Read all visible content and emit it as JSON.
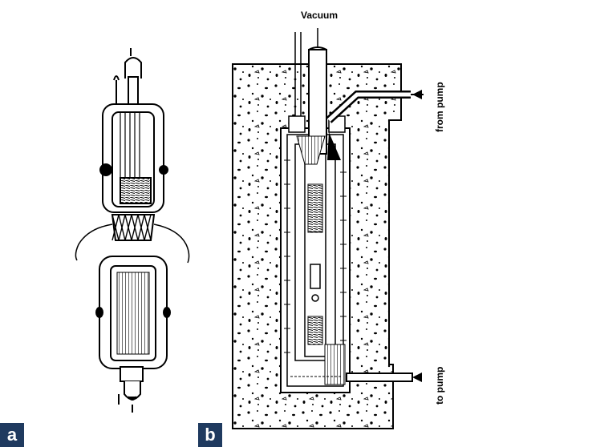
{
  "panels": [
    {
      "tag": "a"
    },
    {
      "tag": "b"
    }
  ],
  "labels": {
    "vacuum": "Vacuum",
    "from_pump": "from pump",
    "to_pump": "to pump"
  },
  "colors": {
    "tag_background": "#1f3a5f",
    "ink": "#000000",
    "background": "#ffffff"
  }
}
